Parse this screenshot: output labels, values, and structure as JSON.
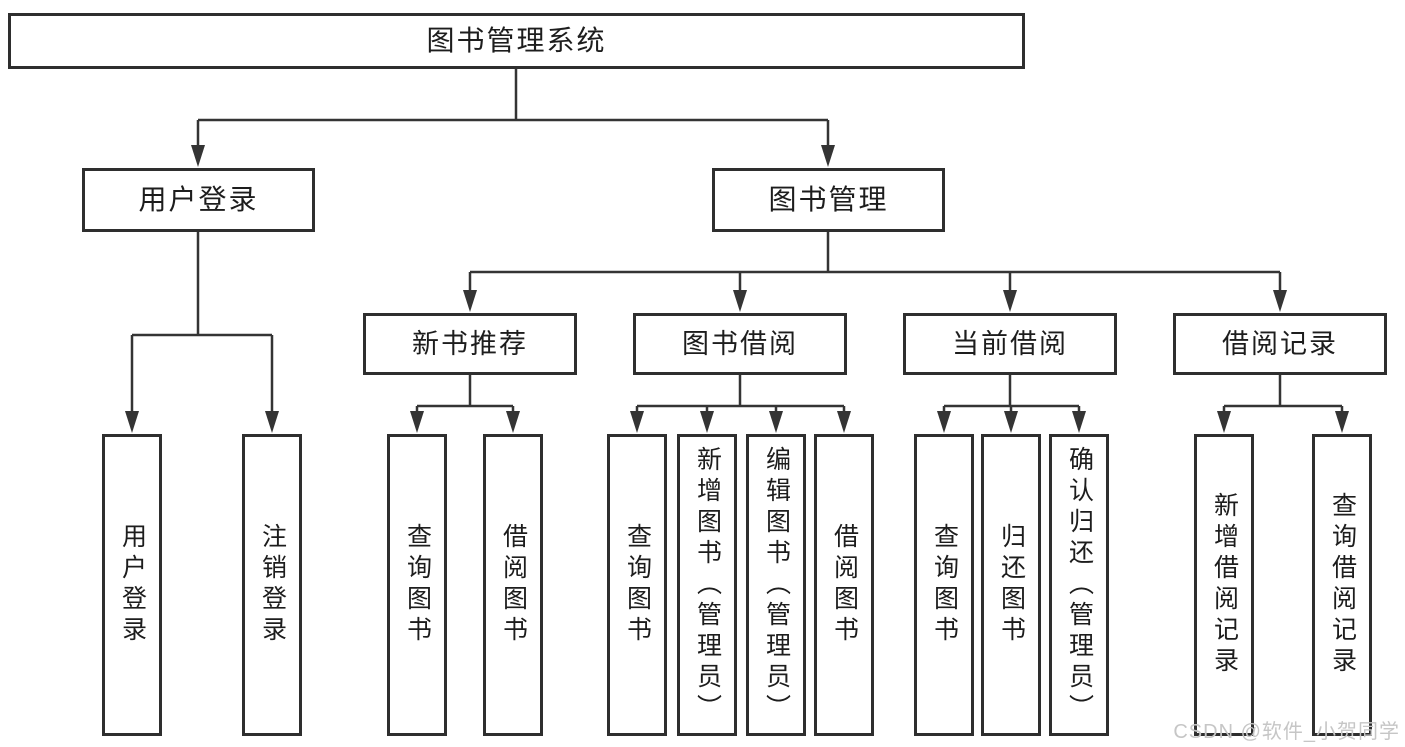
{
  "colors": {
    "line": "#343434",
    "box_border": "#2e2e2e",
    "text": "#1d1d1d",
    "watermark": "#c6c6c6",
    "background": "#ffffff"
  },
  "tree": {
    "root": "图书管理系统",
    "branches": [
      {
        "label": "用户登录",
        "leaves": [
          "用户登录",
          "注销登录"
        ]
      },
      {
        "label": "图书管理",
        "groups": [
          {
            "label": "新书推荐",
            "leaves": [
              "查询图书",
              "借阅图书"
            ]
          },
          {
            "label": "图书借阅",
            "leaves": [
              "查询图书",
              "新增图书（管理员）",
              "编辑图书（管理员）",
              "借阅图书"
            ]
          },
          {
            "label": "当前借阅",
            "leaves": [
              "查询图书",
              "归还图书",
              "确认归还（管理员）"
            ]
          },
          {
            "label": "借阅记录",
            "leaves": [
              "新增借阅记录",
              "查询借阅记录"
            ]
          }
        ]
      }
    ]
  },
  "watermark": {
    "text": "CSDN @软件_小贺同学"
  }
}
